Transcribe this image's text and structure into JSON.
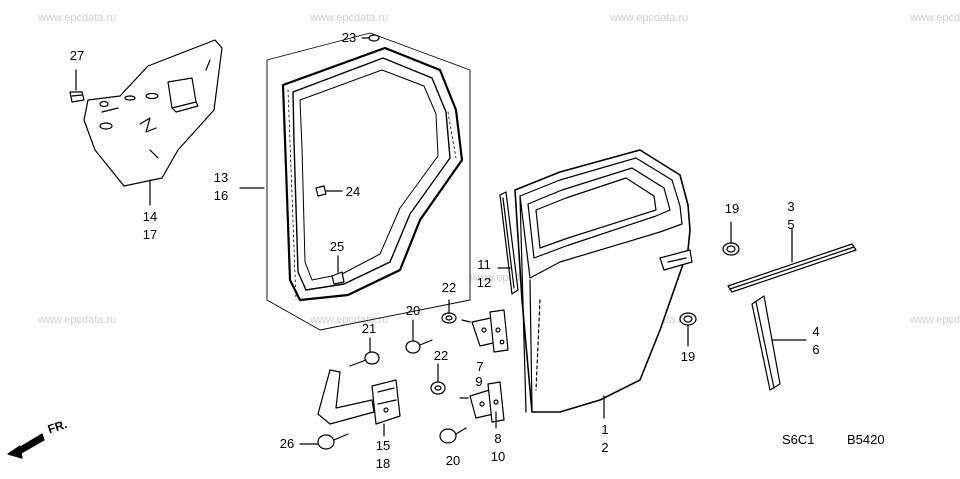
{
  "watermark": "www.epcdata.ru",
  "diagram_code": {
    "model": "S6C1",
    "page": "B5420"
  },
  "direction_marker": "FR.",
  "callouts": [
    {
      "id": "27",
      "lines": [
        "27"
      ]
    },
    {
      "id": "14-17",
      "lines": [
        "14",
        "17"
      ]
    },
    {
      "id": "13-16",
      "lines": [
        "13",
        "16"
      ]
    },
    {
      "id": "23",
      "lines": [
        "23"
      ]
    },
    {
      "id": "24",
      "lines": [
        "24"
      ]
    },
    {
      "id": "25",
      "lines": [
        "25"
      ]
    },
    {
      "id": "11-12",
      "lines": [
        "11",
        "12"
      ]
    },
    {
      "id": "22a",
      "lines": [
        "22"
      ]
    },
    {
      "id": "20a",
      "lines": [
        "20"
      ]
    },
    {
      "id": "21",
      "lines": [
        "21"
      ]
    },
    {
      "id": "7",
      "lines": [
        "7"
      ]
    },
    {
      "id": "22b",
      "lines": [
        "22"
      ]
    },
    {
      "id": "9",
      "lines": [
        "9"
      ]
    },
    {
      "id": "8-10",
      "lines": [
        "8",
        "10"
      ]
    },
    {
      "id": "26",
      "lines": [
        "26"
      ]
    },
    {
      "id": "15-18",
      "lines": [
        "15",
        "18"
      ]
    },
    {
      "id": "20b",
      "lines": [
        "20"
      ]
    },
    {
      "id": "1-2",
      "lines": [
        "1",
        "2"
      ]
    },
    {
      "id": "19a",
      "lines": [
        "19"
      ]
    },
    {
      "id": "19b",
      "lines": [
        "19"
      ]
    },
    {
      "id": "3-5",
      "lines": [
        "3",
        "5"
      ]
    },
    {
      "id": "4-6",
      "lines": [
        "4",
        "6"
      ]
    }
  ]
}
